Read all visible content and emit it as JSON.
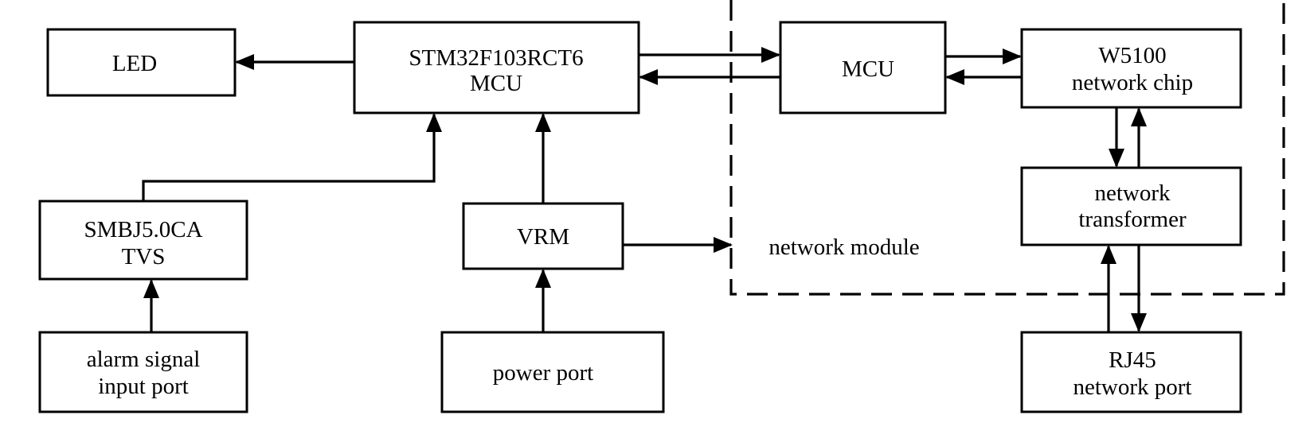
{
  "boxes": {
    "led": {
      "lines": [
        "LED"
      ]
    },
    "stm32": {
      "lines": [
        "STM32F103RCT6",
        "MCU"
      ]
    },
    "smbj": {
      "lines": [
        "SMBJ5.0CA",
        "TVS"
      ]
    },
    "vrm": {
      "lines": [
        "VRM"
      ]
    },
    "alarm": {
      "lines": [
        "alarm signal",
        "input port"
      ]
    },
    "power": {
      "lines": [
        "power port"
      ]
    },
    "net_mcu": {
      "lines": [
        "MCU"
      ]
    },
    "w5100": {
      "lines": [
        "W5100",
        "network chip"
      ]
    },
    "transformer": {
      "lines": [
        "network",
        "transformer"
      ]
    },
    "rj45": {
      "lines": [
        "RJ45",
        "network port"
      ]
    }
  },
  "network_module": {
    "label": "network module"
  }
}
